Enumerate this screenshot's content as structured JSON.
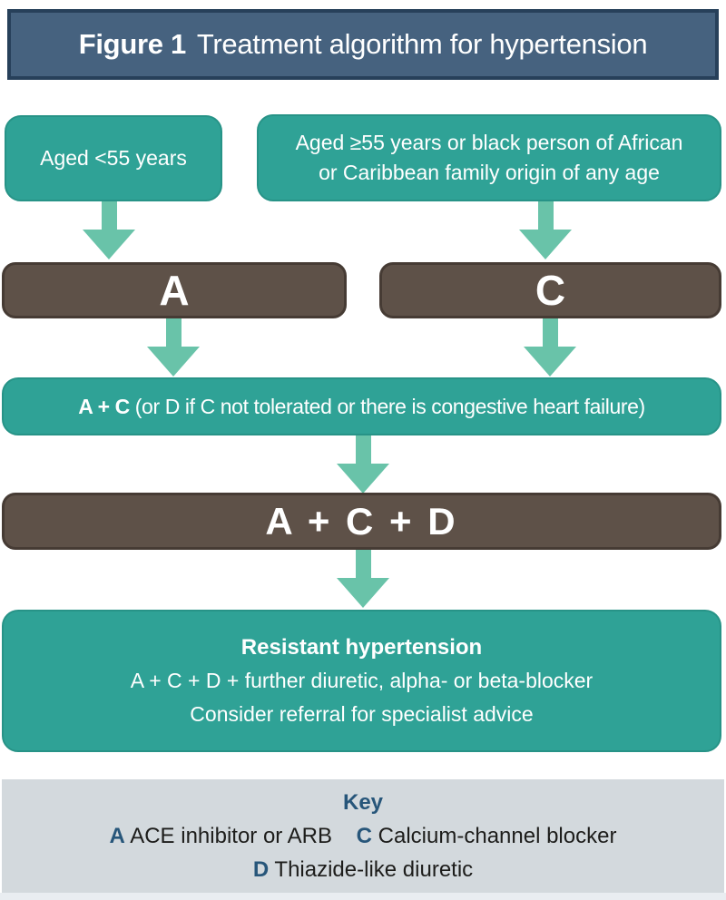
{
  "figure": {
    "label": "Figure 1",
    "title": "Treatment algorithm for hypertension"
  },
  "flow": {
    "branch_left": {
      "text": "Aged <55 years"
    },
    "branch_right": {
      "line1": "Aged ≥55 years or black person of African",
      "line2": "or Caribbean family origin of any age"
    },
    "drug_a": "A",
    "drug_c": "C",
    "step2": {
      "bold": "A + C",
      "rest": " (or D if C not tolerated or there is congestive heart failure)"
    },
    "step3": "A + C + D",
    "step4": {
      "title": "Resistant hypertension",
      "line2": "A + C + D + further diuretic, alpha- or beta-blocker",
      "line3": "Consider referral for specialist advice"
    }
  },
  "key": {
    "title": "Key",
    "entries": [
      {
        "letter": "A",
        "label": "ACE inhibitor or ARB"
      },
      {
        "letter": "C",
        "label": "Calcium-channel blocker"
      },
      {
        "letter": "D",
        "label": "Thiazide-like diuretic"
      }
    ]
  },
  "icons": {
    "down_arrow": "down-arrow"
  },
  "colors": {
    "header_fill": "#46627f",
    "header_border": "#27405a",
    "teal_fill": "#2fa296",
    "teal_border": "#279387",
    "brown_fill": "#5e5148",
    "brown_border": "#463b34",
    "arrow_green": "#69c3a9",
    "key_background": "#d3d9dd",
    "key_accent_blue": "#27567a",
    "text_white": "#ffffff",
    "text_dark": "#1d1d1b"
  }
}
